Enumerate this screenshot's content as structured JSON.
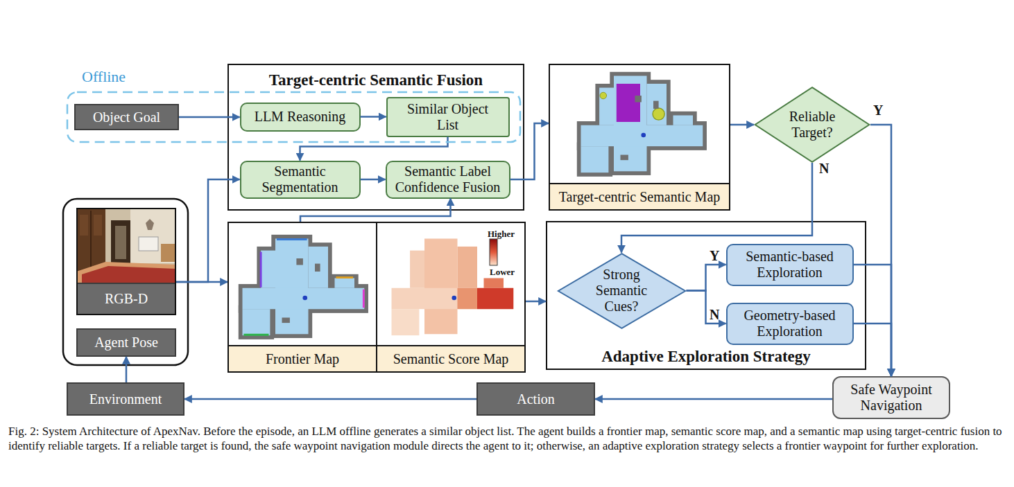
{
  "diagram": {
    "caption": "Fig. 2: System Architecture of ApexNav. Before the episode, an LLM offline generates a similar object list. The agent builds a frontier map, semantic score map, and a semantic map using target-centric fusion to identify reliable targets. If a reliable target is found, the safe waypoint navigation module directs the agent to it; otherwise, an adaptive exploration strategy selects a frontier waypoint for further exploration.",
    "nodes": [
      {
        "text": [
          "Target-centric Semantic Fusion"
        ]
      },
      {
        "text": [
          "Object Goal"
        ]
      },
      {
        "text": [
          "LLM Reasoning"
        ],
        "in": 0
      },
      {
        "text": [
          "Similar Object List"
        ],
        "in": 0
      },
      {
        "text": [
          "Semantic Segmentation"
        ],
        "in": 0
      },
      {
        "text": [
          "Semantic Label Confidence Fusion"
        ],
        "in": 0
      },
      {
        "text": [
          "Target-centric Semantic Map"
        ]
      },
      {
        "text": [
          "Reliable Target?"
        ]
      },
      {
        "text": [
          "RGB-D"
        ]
      },
      {
        "text": [
          "Agent Pose"
        ]
      },
      {
        "text": [
          "Frontier Map"
        ]
      },
      {
        "text": [
          "Semantic Score Map"
        ]
      },
      {
        "text": [
          "Adaptive Exploration Strategy"
        ]
      },
      {
        "text": [
          "Strong Semantic Cues?"
        ],
        "in": 12
      },
      {
        "text": [
          "Semantic-based Exploration"
        ],
        "in": 12
      },
      {
        "text": [
          "Geometry-based Exploration"
        ],
        "in": 12
      },
      {
        "text": [
          "Environment"
        ]
      },
      {
        "text": [
          "Action"
        ]
      },
      {
        "text": [
          "Safe Waypoint Navigation"
        ]
      }
    ],
    "edges": [
      {
        "from": 1,
        "to": 2,
        "arrow": "to"
      },
      {
        "from": 2,
        "to": 3,
        "arrow": "to"
      },
      {
        "from": 3,
        "to": 4,
        "arrow": "to"
      },
      {
        "from": 4,
        "to": 5,
        "arrow": "to"
      },
      {
        "from": 5,
        "to": 6,
        "arrow": "to"
      },
      {
        "from": 6,
        "to": 7,
        "arrow": "to"
      },
      {
        "from": 7,
        "to": 18,
        "label": "Y",
        "arrow": "to"
      },
      {
        "from": 7,
        "to": 13,
        "label": "N",
        "arrow": "to"
      },
      {
        "from": 8,
        "to": 10,
        "arrow": "to"
      },
      {
        "from": 8,
        "to": 4,
        "arrow": "to"
      },
      {
        "from": 10,
        "to": 5,
        "arrow": "to"
      },
      {
        "from": 11,
        "to": 12,
        "arrow": "to"
      },
      {
        "from": 13,
        "to": 14,
        "label": "Y",
        "arrow": "to"
      },
      {
        "from": 13,
        "to": 15,
        "label": "N",
        "arrow": "to"
      },
      {
        "from": 14,
        "to": 18,
        "arrow": "to"
      },
      {
        "from": 15,
        "to": 18,
        "arrow": "to"
      },
      {
        "from": 18,
        "to": 17,
        "arrow": "to"
      },
      {
        "from": 17,
        "to": 16,
        "arrow": "to"
      },
      {
        "from": 16,
        "to": 9,
        "arrow": "to"
      }
    ],
    "labels": [
      "Offline",
      "Higher",
      "Lower"
    ]
  }
}
